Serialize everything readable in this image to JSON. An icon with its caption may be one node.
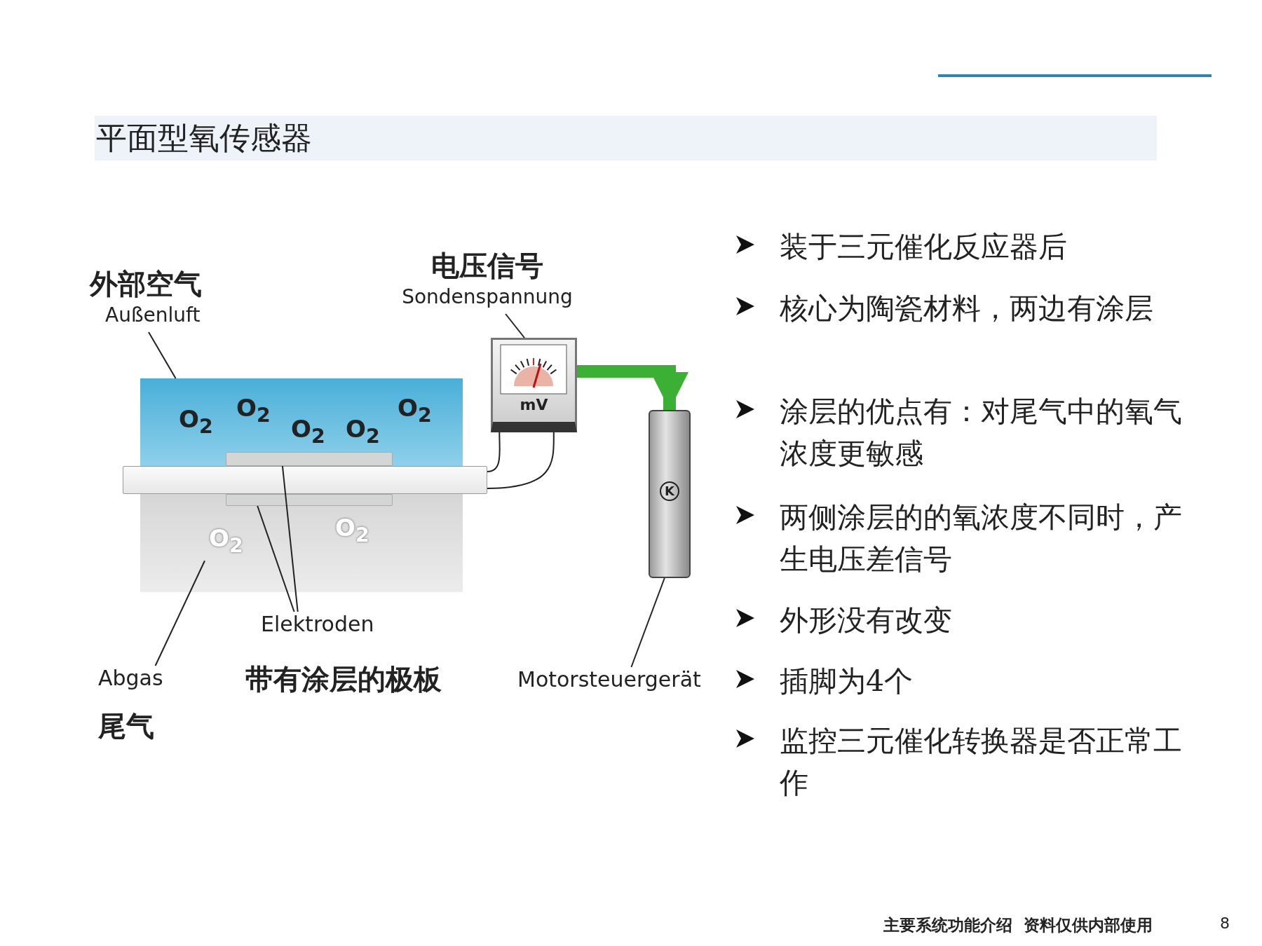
{
  "diagram": {
    "title": "平面型氧传感器",
    "nodes": [
      {
        "text": [
          "外部空气",
          "Außenluft"
        ]
      },
      {
        "text": [],
        "shape": "box"
      },
      {
        "text": [],
        "shape": "bar",
        "in": 1
      },
      {
        "text": [],
        "shape": "bar"
      },
      {
        "text": [],
        "shape": "box"
      },
      {
        "text": [],
        "shape": "bar",
        "in": 4
      },
      {
        "text": [
          "电压信号",
          "Sondenspannung"
        ]
      },
      {
        "text": [
          "mV"
        ]
      },
      {
        "text": [
          "Elektroden"
        ]
      },
      {
        "text": [
          "Abgas",
          "尾气"
        ]
      },
      {
        "text": [
          "Motorsteuergerät"
        ]
      },
      {
        "text": [
          "K"
        ]
      }
    ],
    "edges": [
      {
        "from": 0,
        "to": 1,
        "arrow": "none"
      },
      {
        "from": 6,
        "to": 7,
        "arrow": "none"
      },
      {
        "from": 8,
        "to": 2,
        "arrow": "none"
      },
      {
        "from": 8,
        "to": 5,
        "arrow": "none"
      },
      {
        "from": 9,
        "to": 4,
        "arrow": "none"
      },
      {
        "from": 10,
        "to": 11,
        "arrow": "none"
      },
      {
        "from": 3,
        "to": 7,
        "arrow": "none"
      },
      {
        "from": 3,
        "to": 7,
        "arrow": "none"
      },
      {
        "from": 7,
        "to": 11,
        "arrow": "to",
        "style": "thick",
        "color": "#3cb034"
      }
    ],
    "labels": [
      "O$_{2}$",
      "O$_{2}$",
      "O$_{2}$",
      "O$_{2}$",
      "O$_{2}$",
      "O$_{2}$",
      "O$_{2}$",
      "带有涂层的极板",
      "装于三元催化反应器后",
      "核心为陶瓷材料，两边有涂层",
      "涂层的优点有：对尾气中的氧气浓度更敏感",
      "两侧涂层的的氧浓度不同时，产生电压差信号",
      "外形没有改变",
      "插脚为4个",
      "监控三元催化转换器是否正常工作",
      "主要系统功能介绍  资料仅供内部使用",
      "8"
    ]
  }
}
